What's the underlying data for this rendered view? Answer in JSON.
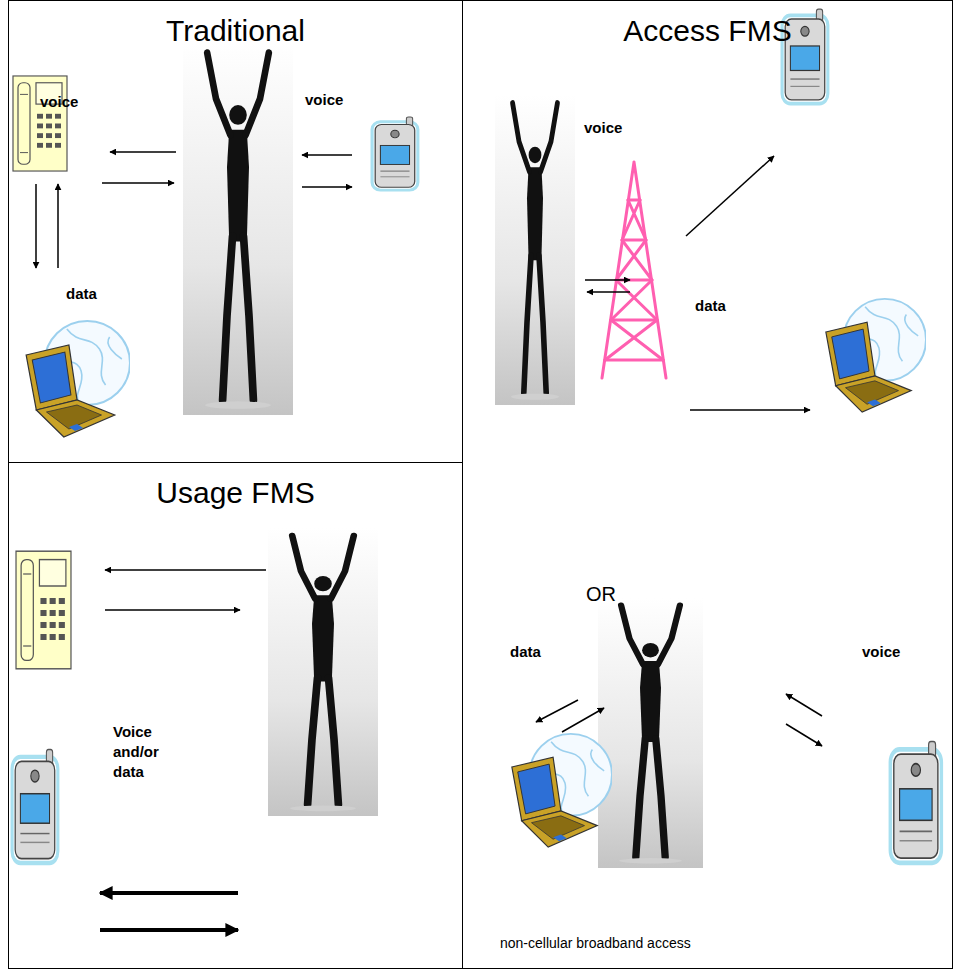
{
  "diagram": {
    "nodes": [
      {
        "text": [
          "Traditional"
        ]
      },
      {
        "text": [
          "Access FMS"
        ]
      },
      {
        "text": [
          "Usage FMS"
        ]
      }
    ],
    "labels": [
      "voice",
      "voice",
      "data",
      "voice",
      "data",
      "OR",
      "Voice and/or data",
      "data",
      "voice",
      "non-cellular broadband access"
    ]
  }
}
